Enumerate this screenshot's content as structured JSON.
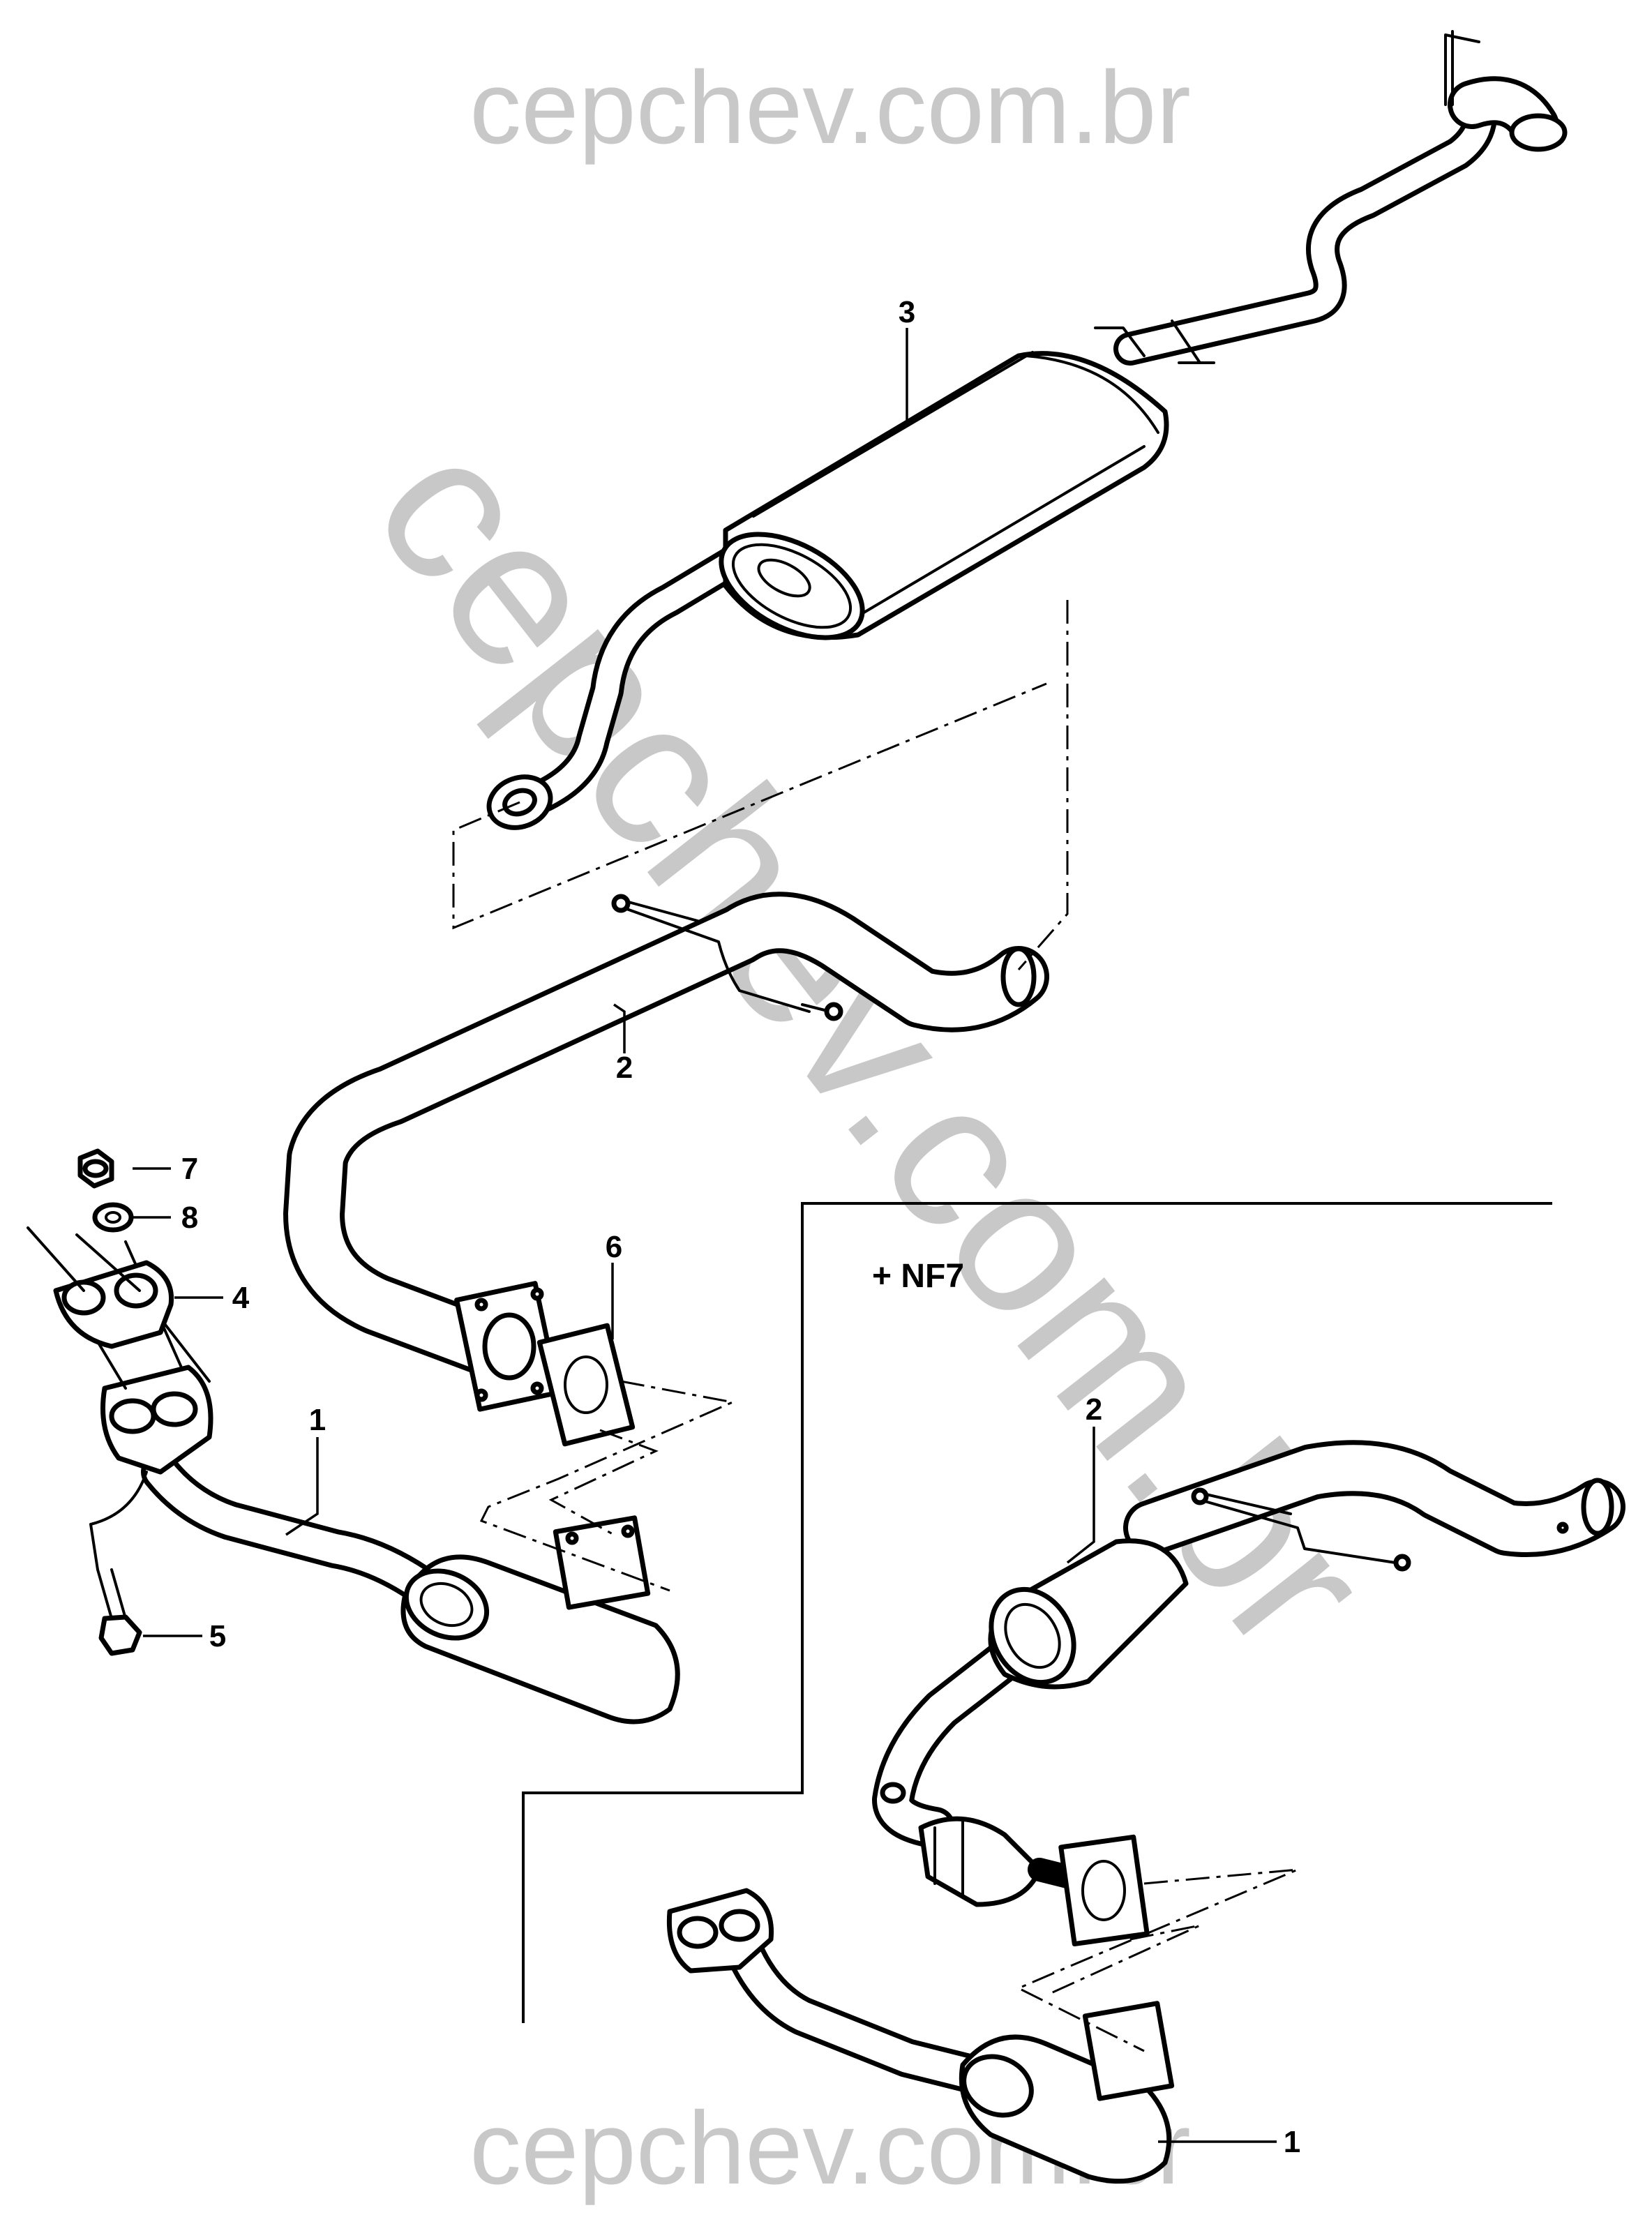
{
  "watermark": {
    "top": "cepchev.com.br",
    "bottom": "cepchev.com.br",
    "diagonal": "cepchev.com.br"
  },
  "variant_label": "+ NF7",
  "callouts": {
    "muffler_rear": "3",
    "intermediate_pipe": "2",
    "front_pipe": "1",
    "gasket_6": "6",
    "nut_7": "7",
    "washer_8": "8",
    "gasket_4": "4",
    "bolt_5": "5",
    "nf7_intermediate_pipe": "2",
    "nf7_front_pipe": "1"
  },
  "colors": {
    "line": "#000000",
    "watermark": "#c8c8c8",
    "background": "#ffffff"
  }
}
